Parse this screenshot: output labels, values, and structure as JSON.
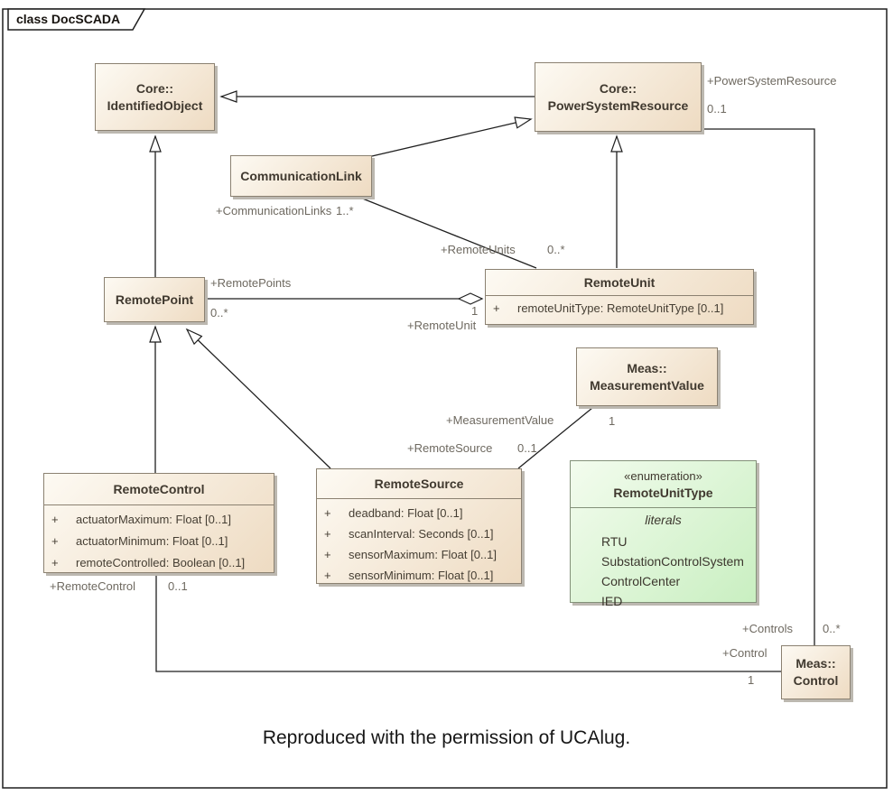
{
  "frame": {
    "title": "class DocSCADA"
  },
  "caption": "Reproduced with the permission of UCAlug.",
  "colors": {
    "class_fill_light": "#fdfaf3",
    "class_fill_dark": "#eedbc2",
    "class_border": "#8b8171",
    "enum_fill_light": "#f3fcee",
    "enum_fill_dark": "#c9efc1",
    "enum_border": "#839179",
    "shadow": "#bcb8b0",
    "line": "#1f1f1f",
    "label_text": "#6e6960",
    "name_text": "#40392f",
    "attr_text": "#453e33"
  },
  "classes": {
    "identified_object": {
      "name1": "Core::",
      "name2": "IdentifiedObject"
    },
    "power_system_resource": {
      "name1": "Core::",
      "name2": "PowerSystemResource"
    },
    "communication_link": {
      "name": "CommunicationLink"
    },
    "remote_point": {
      "name": "RemotePoint"
    },
    "remote_unit": {
      "name": "RemoteUnit",
      "attributes": [
        {
          "vis": "+",
          "text": "remoteUnitType: RemoteUnitType [0..1]"
        }
      ]
    },
    "measurement_value": {
      "name1": "Meas::",
      "name2": "MeasurementValue"
    },
    "remote_control": {
      "name": "RemoteControl",
      "attributes": [
        {
          "vis": "+",
          "text": "actuatorMaximum: Float [0..1]"
        },
        {
          "vis": "+",
          "text": "actuatorMinimum: Float [0..1]"
        },
        {
          "vis": "+",
          "text": "remoteControlled: Boolean [0..1]"
        }
      ]
    },
    "remote_source": {
      "name": "RemoteSource",
      "attributes": [
        {
          "vis": "+",
          "text": "deadband: Float [0..1]"
        },
        {
          "vis": "+",
          "text": "scanInterval: Seconds [0..1]"
        },
        {
          "vis": "+",
          "text": "sensorMaximum: Float [0..1]"
        },
        {
          "vis": "+",
          "text": "sensorMinimum: Float [0..1]"
        }
      ]
    },
    "control": {
      "name1": "Meas::",
      "name2": "Control"
    }
  },
  "enums": {
    "remote_unit_type": {
      "stereotype": "«enumeration»",
      "name": "RemoteUnitType",
      "section": "literals",
      "literals": [
        "RTU",
        "SubstationControlSystem",
        "ControlCenter",
        "IED"
      ]
    }
  },
  "labels": {
    "power_system_resource_role": "+PowerSystemResource",
    "power_system_resource_mult": "0..1",
    "communication_links_role": "+CommunicationLinks",
    "communication_links_mult": "1..*",
    "remote_units_role": "+RemoteUnits",
    "remote_units_mult": "0..*",
    "remote_points_role": "+RemotePoints",
    "remote_points_mult": "0..*",
    "remote_unit_mult": "1",
    "remote_unit_role": "+RemoteUnit",
    "measurement_value_role": "+MeasurementValue",
    "measurement_value_mult": "1",
    "remote_source_role": "+RemoteSource",
    "remote_source_mult": "0..1",
    "remote_control_role": "+RemoteControl",
    "remote_control_mult": "0..1",
    "controls_role": "+Controls",
    "controls_mult": "0..*",
    "control_role": "+Control",
    "control_mult": "1"
  }
}
